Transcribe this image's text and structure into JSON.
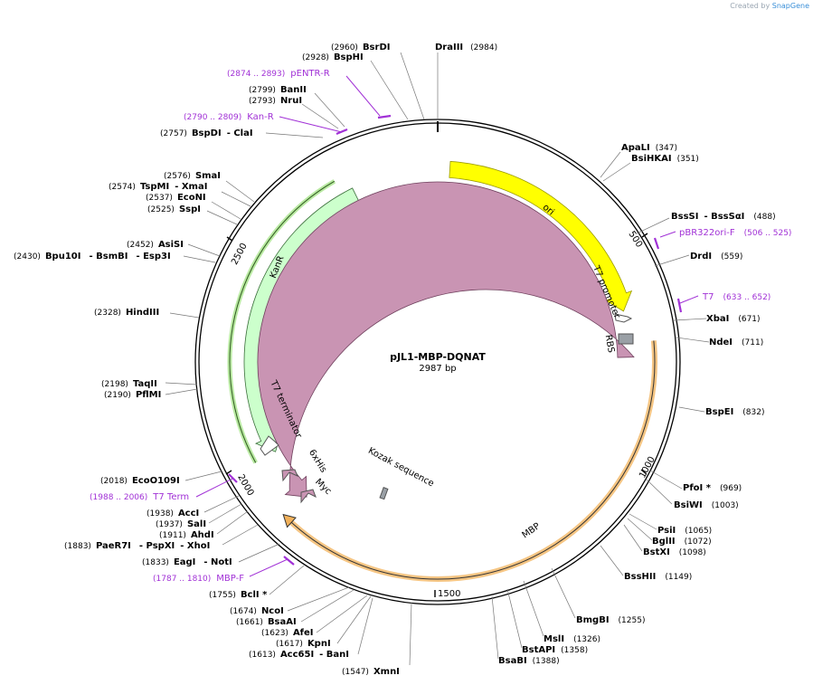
{
  "credit": {
    "prefix": "Created by",
    "brand": "SnapGene"
  },
  "plasmid": {
    "name": "pJL1-MBP-DQNAT",
    "size_label": "2987 bp",
    "length": 2987
  },
  "ticks": [
    {
      "pos": 500,
      "label": "500"
    },
    {
      "pos": 1000,
      "label": "1000"
    },
    {
      "pos": 1500,
      "label": "1500"
    },
    {
      "pos": 2000,
      "label": "2000"
    },
    {
      "pos": 2500,
      "label": "2500"
    }
  ],
  "features": [
    {
      "name": "ori",
      "start": 30,
      "end": 620,
      "color": "#ffff00",
      "stroke": "#9a9a00",
      "label": "ori"
    },
    {
      "name": "kanr",
      "start": 1950,
      "end": 2740,
      "color": "#ccffcc",
      "stroke": "#3a6e3a",
      "label": "KanR"
    },
    {
      "name": "mbp",
      "start": 725,
      "end": 1830,
      "color": "#c994b3",
      "stroke": "#6e3f5c",
      "label": "MBP"
    },
    {
      "name": "t7-promoter",
      "label": "T7 promoter"
    },
    {
      "name": "rbs",
      "label": "RBS"
    },
    {
      "name": "kozak",
      "label": "Kozak sequence"
    },
    {
      "name": "his-tag",
      "label": "6xHis"
    },
    {
      "name": "myc-tag",
      "label": "Myc"
    },
    {
      "name": "t7-terminator",
      "label": "T7 terminator"
    }
  ],
  "enzymes": [
    {
      "label": "DraIII",
      "pos": "(2984)"
    },
    {
      "label": "BsrDI",
      "pos": "(2960)"
    },
    {
      "label": "BspHI",
      "pos": "(2928)"
    },
    {
      "label": "BanII",
      "pos": "(2799)"
    },
    {
      "label": "NruI",
      "pos": "(2793)"
    },
    {
      "label": "BspDI",
      "pos": "(2757)",
      "extra": "- ClaI"
    },
    {
      "label": "SmaI",
      "pos": "(2576)"
    },
    {
      "label": "TspMI",
      "pos": "(2574)",
      "extra": "- XmaI"
    },
    {
      "label": "EcoNI",
      "pos": "(2537)"
    },
    {
      "label": "SspI",
      "pos": "(2525)"
    },
    {
      "label": "AsiSI",
      "pos": "(2452)"
    },
    {
      "label": "Bpu10I",
      "pos": "(2430)",
      "extra": "- BsmBI",
      "extra2": "- Esp3I"
    },
    {
      "label": "HindIII",
      "pos": "(2328)"
    },
    {
      "label": "TaqII",
      "pos": "(2198)"
    },
    {
      "label": "PflMI",
      "pos": "(2190)"
    },
    {
      "label": "EcoO109I",
      "pos": "(2018)"
    },
    {
      "label": "AccI",
      "pos": "(1938)"
    },
    {
      "label": "SalI",
      "pos": "(1937)"
    },
    {
      "label": "AhdI",
      "pos": "(1911)"
    },
    {
      "label": "PaeR7I",
      "pos": "(1883)",
      "extra": "- PspXI",
      "extra2": "- XhoI"
    },
    {
      "label": "EagI",
      "pos": "(1833)",
      "extra": "- NotI"
    },
    {
      "label": "BclI *",
      "pos": "(1755)"
    },
    {
      "label": "NcoI",
      "pos": "(1674)"
    },
    {
      "label": "BsaAI",
      "pos": "(1661)"
    },
    {
      "label": "AfeI",
      "pos": "(1623)"
    },
    {
      "label": "KpnI",
      "pos": "(1617)"
    },
    {
      "label": "Acc65I",
      "pos": "(1613)",
      "extra": "- BanI"
    },
    {
      "label": "XmnI",
      "pos": "(1547)"
    },
    {
      "label": "ApaLI",
      "pos": "(347)"
    },
    {
      "label": "BsiHKAI",
      "pos": "(351)"
    },
    {
      "label": "BssSI",
      "pos": "(488)",
      "extra": "- BssSαI"
    },
    {
      "label": "DrdI",
      "pos": "(559)"
    },
    {
      "label": "XbaI",
      "pos": "(671)"
    },
    {
      "label": "NdeI",
      "pos": "(711)"
    },
    {
      "label": "BspEI",
      "pos": "(832)"
    },
    {
      "label": "PfoI *",
      "pos": "(969)"
    },
    {
      "label": "BsiWI",
      "pos": "(1003)"
    },
    {
      "label": "PsiI",
      "pos": "(1065)"
    },
    {
      "label": "BglII",
      "pos": "(1072)"
    },
    {
      "label": "BstXI",
      "pos": "(1098)"
    },
    {
      "label": "BssHII",
      "pos": "(1149)"
    },
    {
      "label": "BmgBI",
      "pos": "(1255)"
    },
    {
      "label": "MslI",
      "pos": "(1326)"
    },
    {
      "label": "BstAPI",
      "pos": "(1358)"
    },
    {
      "label": "BsaBI",
      "pos": "(1388)"
    }
  ],
  "primers": [
    {
      "label": "pENTR-R",
      "range": "(2874 .. 2893)"
    },
    {
      "label": "Kan-R",
      "range": "(2790 .. 2809)"
    },
    {
      "label": "pBR322ori-F",
      "range": "(506 .. 525)"
    },
    {
      "label": "T7",
      "range": "(633 .. 652)"
    },
    {
      "label": "T7 Term",
      "range": "(1988 .. 2006)"
    },
    {
      "label": "MBP-F",
      "range": "(1787 .. 1810)"
    }
  ],
  "colors": {
    "primer": "#a131d6",
    "orf_highlight": "#f2b15a",
    "backbone": "#000000"
  }
}
